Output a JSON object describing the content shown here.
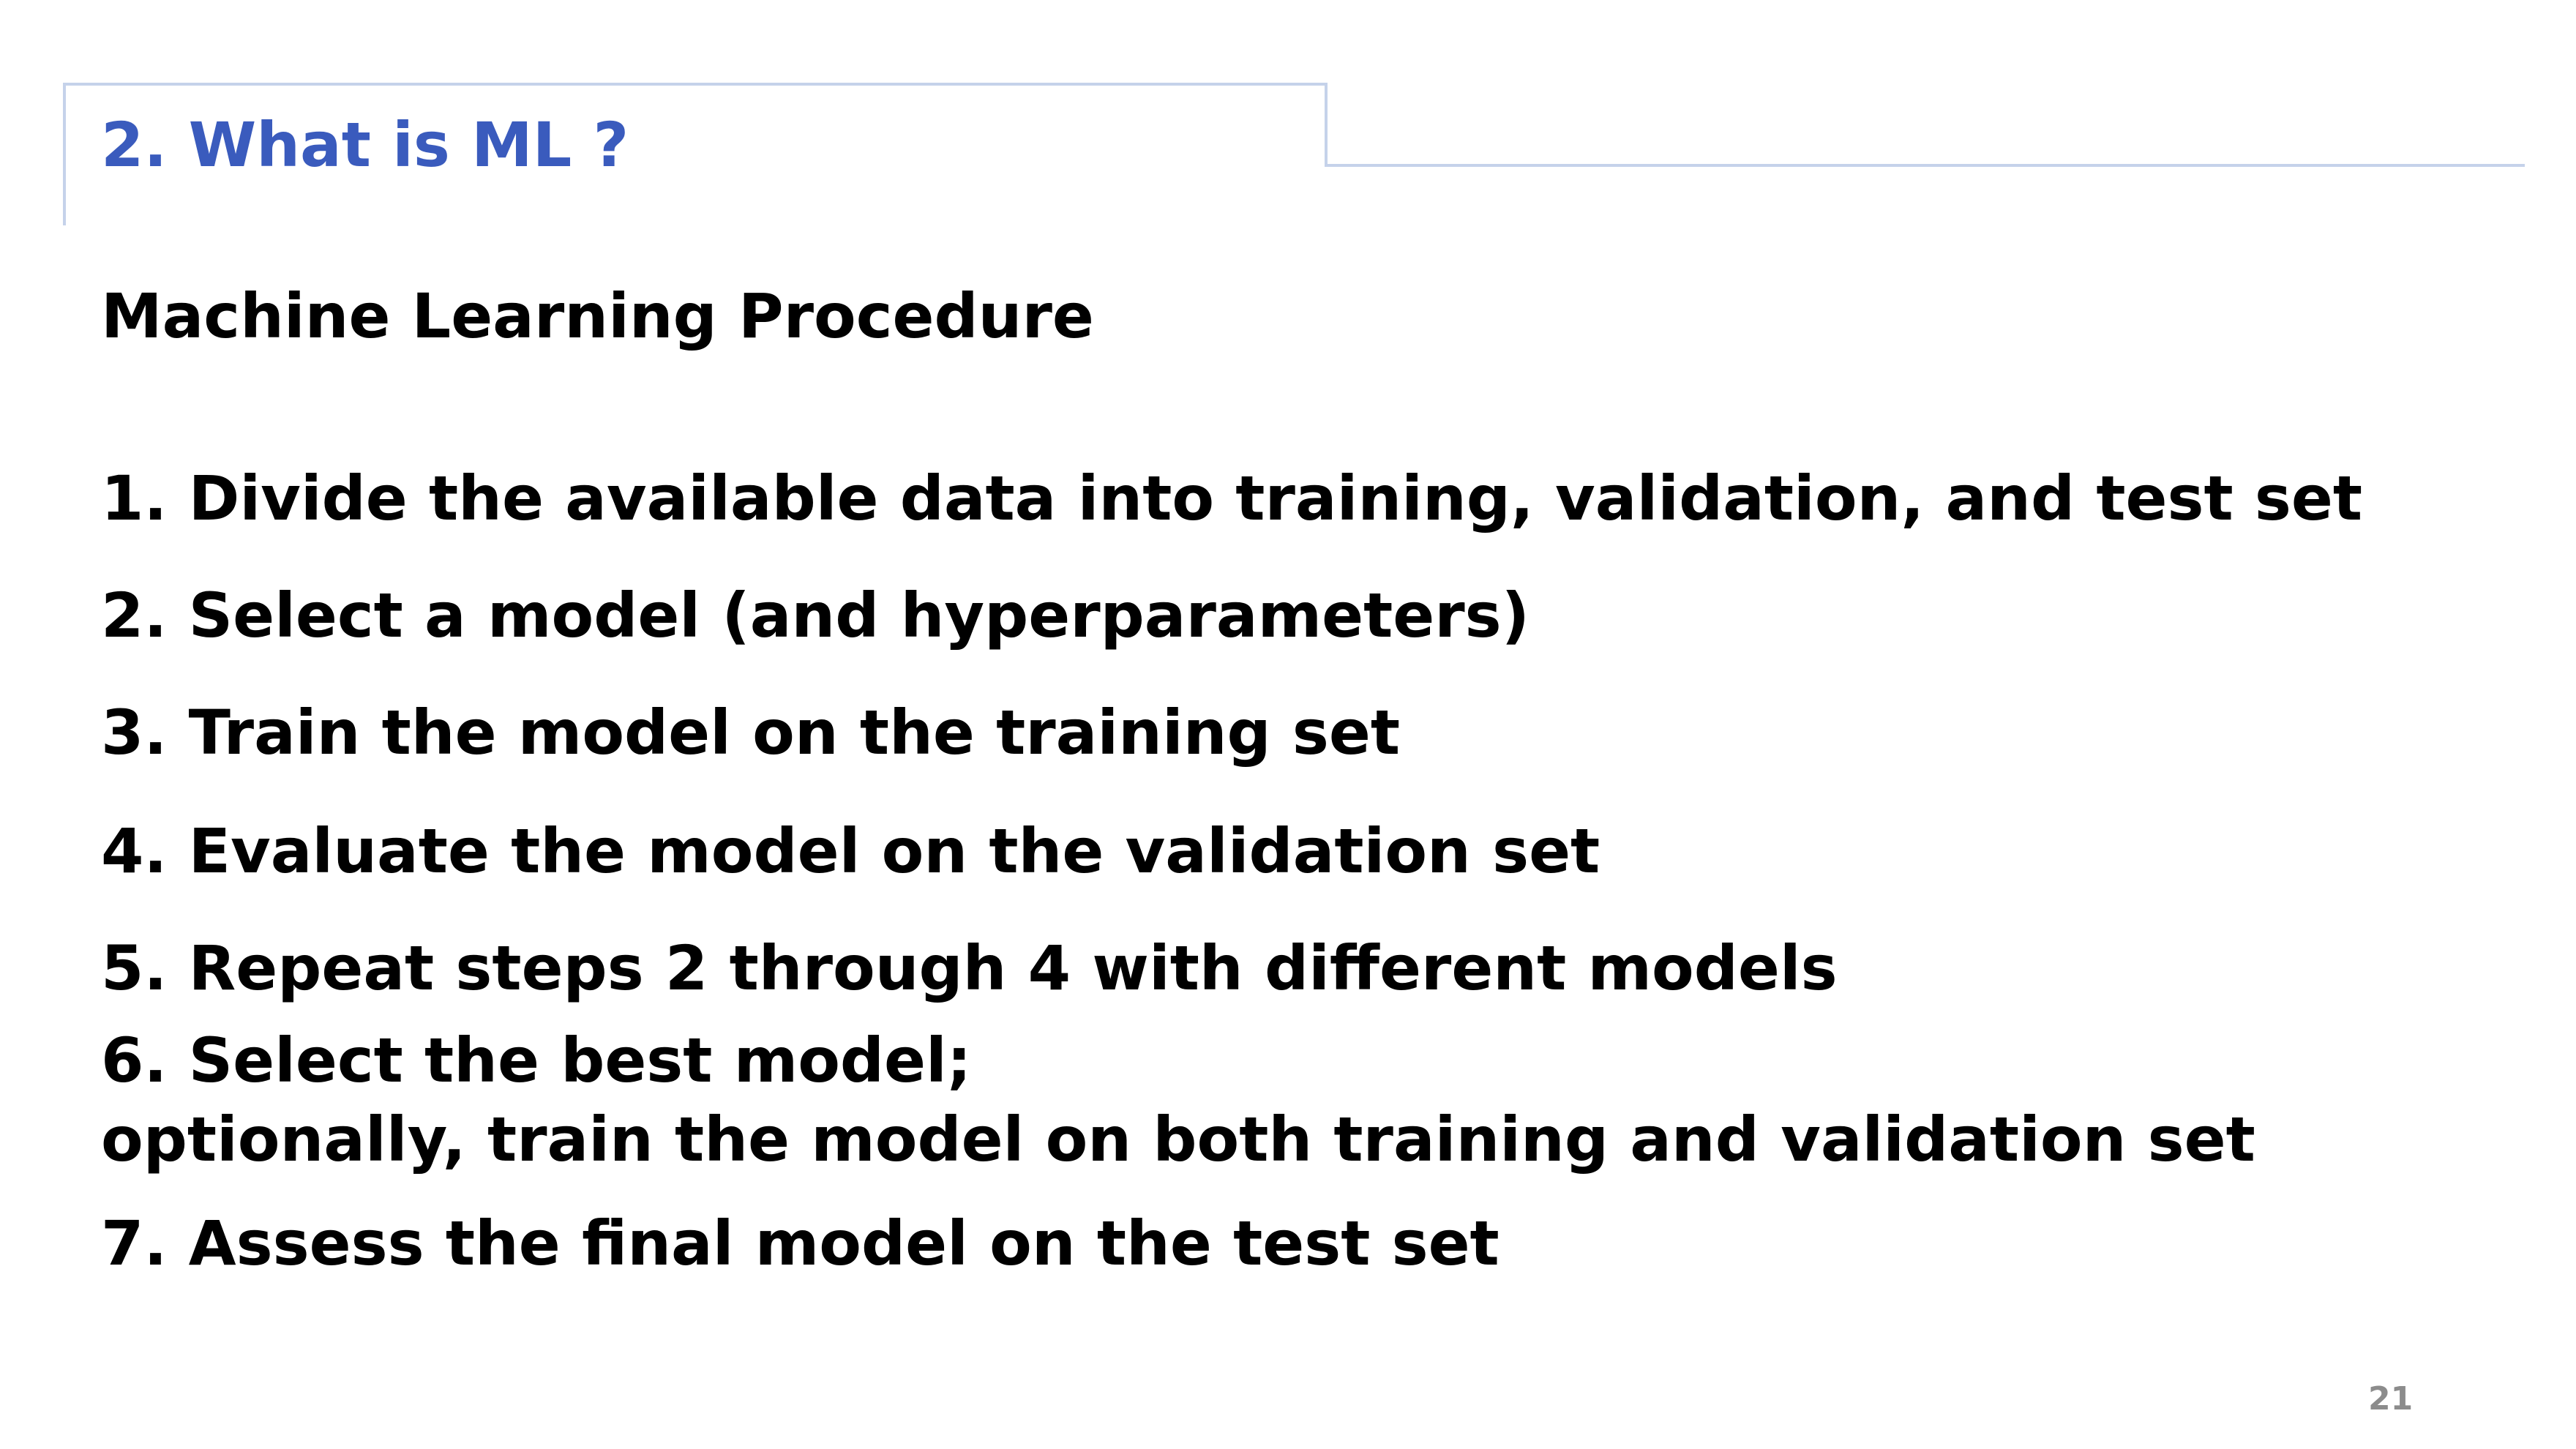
{
  "slide": {
    "title": "2. What is ML ?",
    "subtitle": "Machine Learning Procedure",
    "steps": [
      {
        "lines": [
          "1. Divide the available data into training, validation, and test set"
        ]
      },
      {
        "lines": [
          "2. Select a model (and hyperparameters)"
        ]
      },
      {
        "lines": [
          "3. Train the model on the training set"
        ]
      },
      {
        "lines": [
          "4. Evaluate the model on the validation set"
        ]
      },
      {
        "lines": [
          "5. Repeat steps 2 through 4 with different models"
        ]
      },
      {
        "lines": [
          "6. Select the best model;",
          "optionally, train the model on both training and validation set"
        ]
      },
      {
        "lines": [
          "7. Assess the final model on the test set"
        ]
      }
    ],
    "page_number": "21"
  },
  "colors": {
    "title": "#3a5bbd",
    "frame_line": "#c5d2ea",
    "text": "#000000",
    "page_number": "#8c8c8c"
  }
}
